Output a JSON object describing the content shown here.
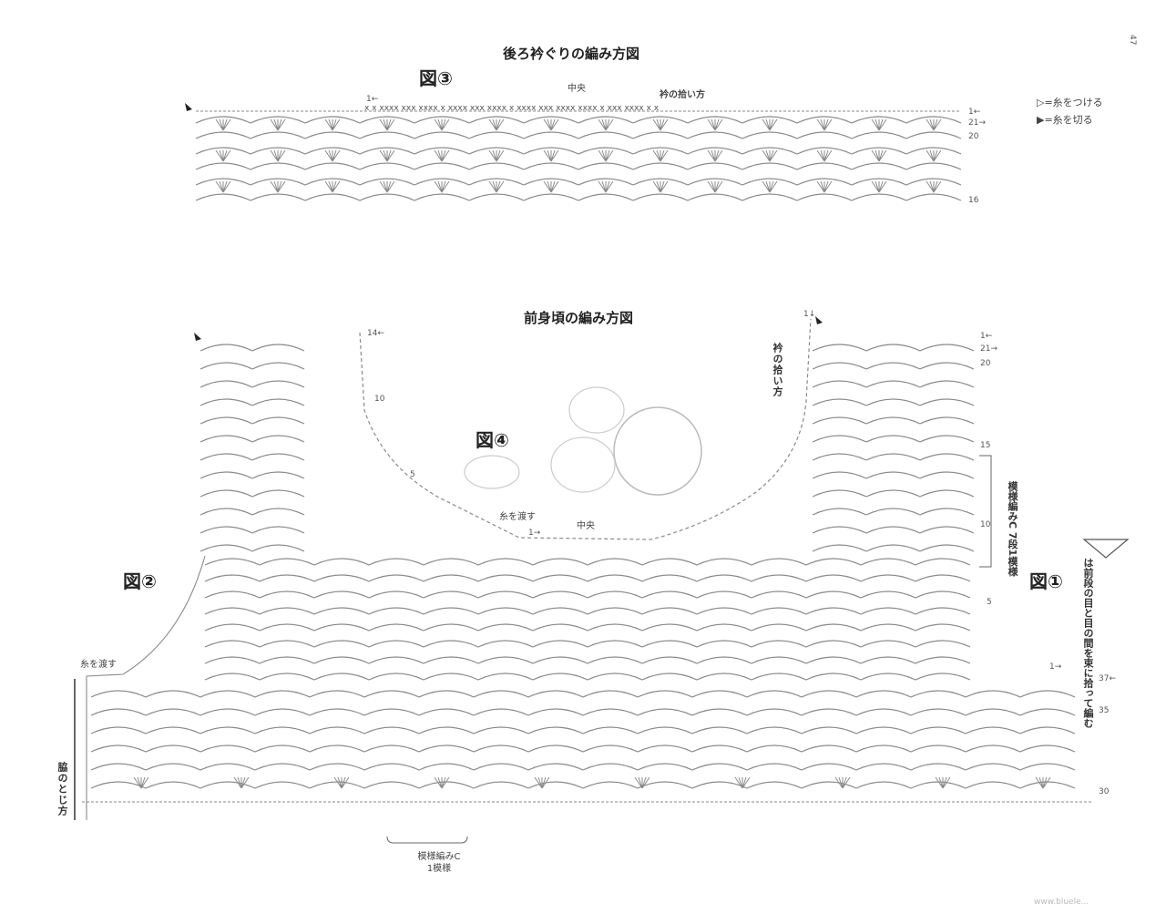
{
  "page": {
    "number": "47",
    "watermark": "www.bluele..."
  },
  "back_neck": {
    "title": "後ろ衿ぐりの編み方図",
    "figure": "図③",
    "center_label": "中央",
    "pickup_label": "衿の拾い方",
    "row_start": "1←",
    "row_labels": [
      "1←",
      "21→",
      "20",
      "16"
    ]
  },
  "front": {
    "title": "前身頃の編み方図",
    "figure_left": "図②",
    "figure_right": "図①",
    "figure_center": "図④",
    "pickup_label": "衿の拾い方",
    "center_label": "中央",
    "pass_yarn_1": "糸を渡す",
    "pass_yarn_2": "糸を渡す",
    "side_seam": "脇のとじ方",
    "pattern_repeat_line1": "模様編みC",
    "pattern_repeat_line2": "1模様",
    "pattern_block": "模様編みC 7段1模様",
    "left_rows": [
      "14←",
      "10",
      "5"
    ],
    "right_rows": [
      "1←",
      "21→",
      "20",
      "15",
      "10",
      "5",
      "1→",
      "37←",
      "35",
      "30"
    ],
    "neck_row_marks": [
      "1→",
      "1↓"
    ]
  },
  "legend": {
    "attach": "=糸をつける",
    "cut": "=糸を切る",
    "note": "は前段の目と目の間を束に拾って編む"
  }
}
